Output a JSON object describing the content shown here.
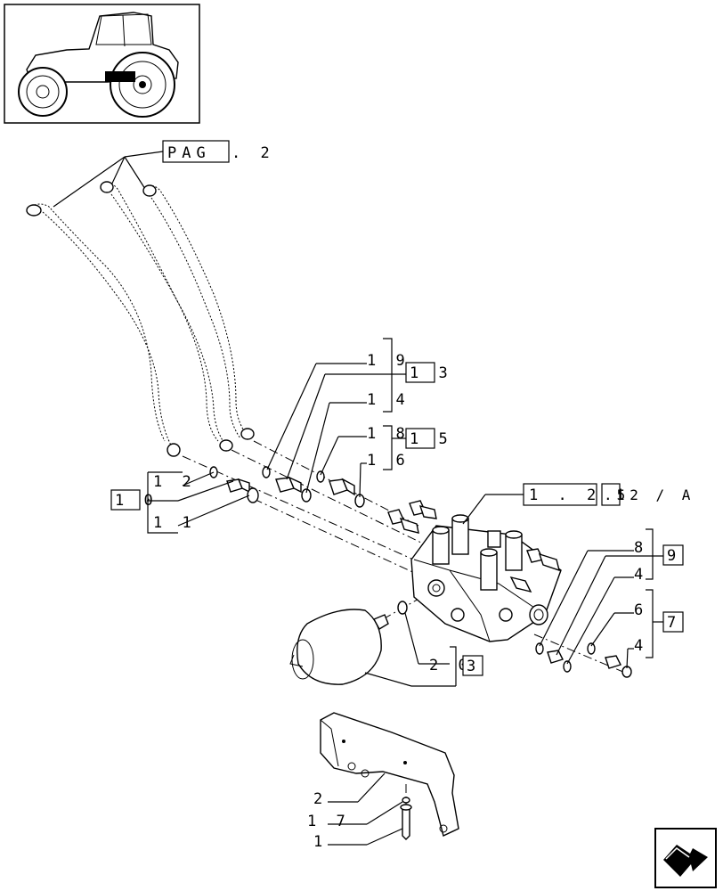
{
  "labels": {
    "pag_ref_box": "PAG",
    "pag_ref_tail": ". 2",
    "l19": "1 9",
    "l13": "1 3",
    "l14": "1 4",
    "l18": "1 8",
    "l15": "1 5",
    "l16": "1 6",
    "l12": "1 2",
    "l10": "1 0",
    "l11": "1 1",
    "ref_box": "1 . 2 1",
    "ref_tail": ".52 / A",
    "l8": "8",
    "l9": "9",
    "l4a": "4",
    "l6": "6",
    "l7": "7",
    "l4b": "4",
    "l20": "2 0",
    "l3": "3",
    "l2": "2",
    "l17": "1 7",
    "l1": "1"
  }
}
